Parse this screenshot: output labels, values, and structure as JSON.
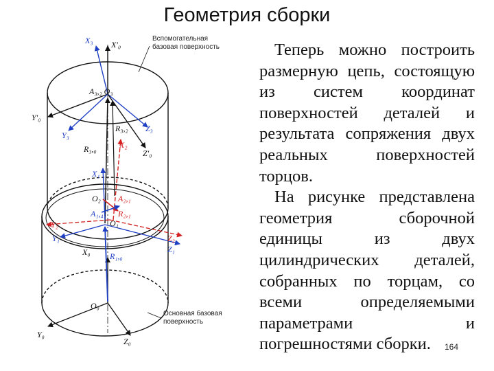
{
  "title": "Геометрия сборки",
  "paragraphs": [
    "Теперь можно построить размерную цепь, состоящую из систем координат поверхностей деталей и результата сопряжения двух реальных поверхностей торцов.",
    "На рисунке представлена геометрия сборочной единицы из двух цилиндрических деталей, собранных по торцам, со всеми определяемыми параметрами и погрешностями сборки."
  ],
  "page_number": "164",
  "diagram": {
    "notes": {
      "aux_line1": "Вспомогательная",
      "aux_line2": "базовая поверхность",
      "base_line1": "Основная базовая",
      "base_line2": "поверхность"
    },
    "labels": {
      "x3": "X₃",
      "x0p_top": "X′₀",
      "a32_o3": "A₃,₂ O₃",
      "y0p": "Y′₀",
      "y3": "Y₃",
      "r32": "R₃,₂",
      "z3": "Z₃",
      "r30": "R₃,₀",
      "x2": "X₂",
      "z0p": "Z′₀",
      "x1": "X₁",
      "o2": "O₂",
      "a21": "A₂,₁",
      "a14": "A₁,₄",
      "r21": "R₂,₁",
      "o1": "O₁",
      "y2": "Y₂",
      "z2": "Z₂",
      "y1": "Y₁",
      "z1": "Z₁",
      "x0": "X₀",
      "r10": "R₁,₀",
      "o0": "O₀",
      "y0": "Y₀",
      "z0": "Z₀"
    },
    "colors": {
      "blue": "#1f3fc4",
      "red": "#d42020",
      "ink": "#111111"
    }
  }
}
